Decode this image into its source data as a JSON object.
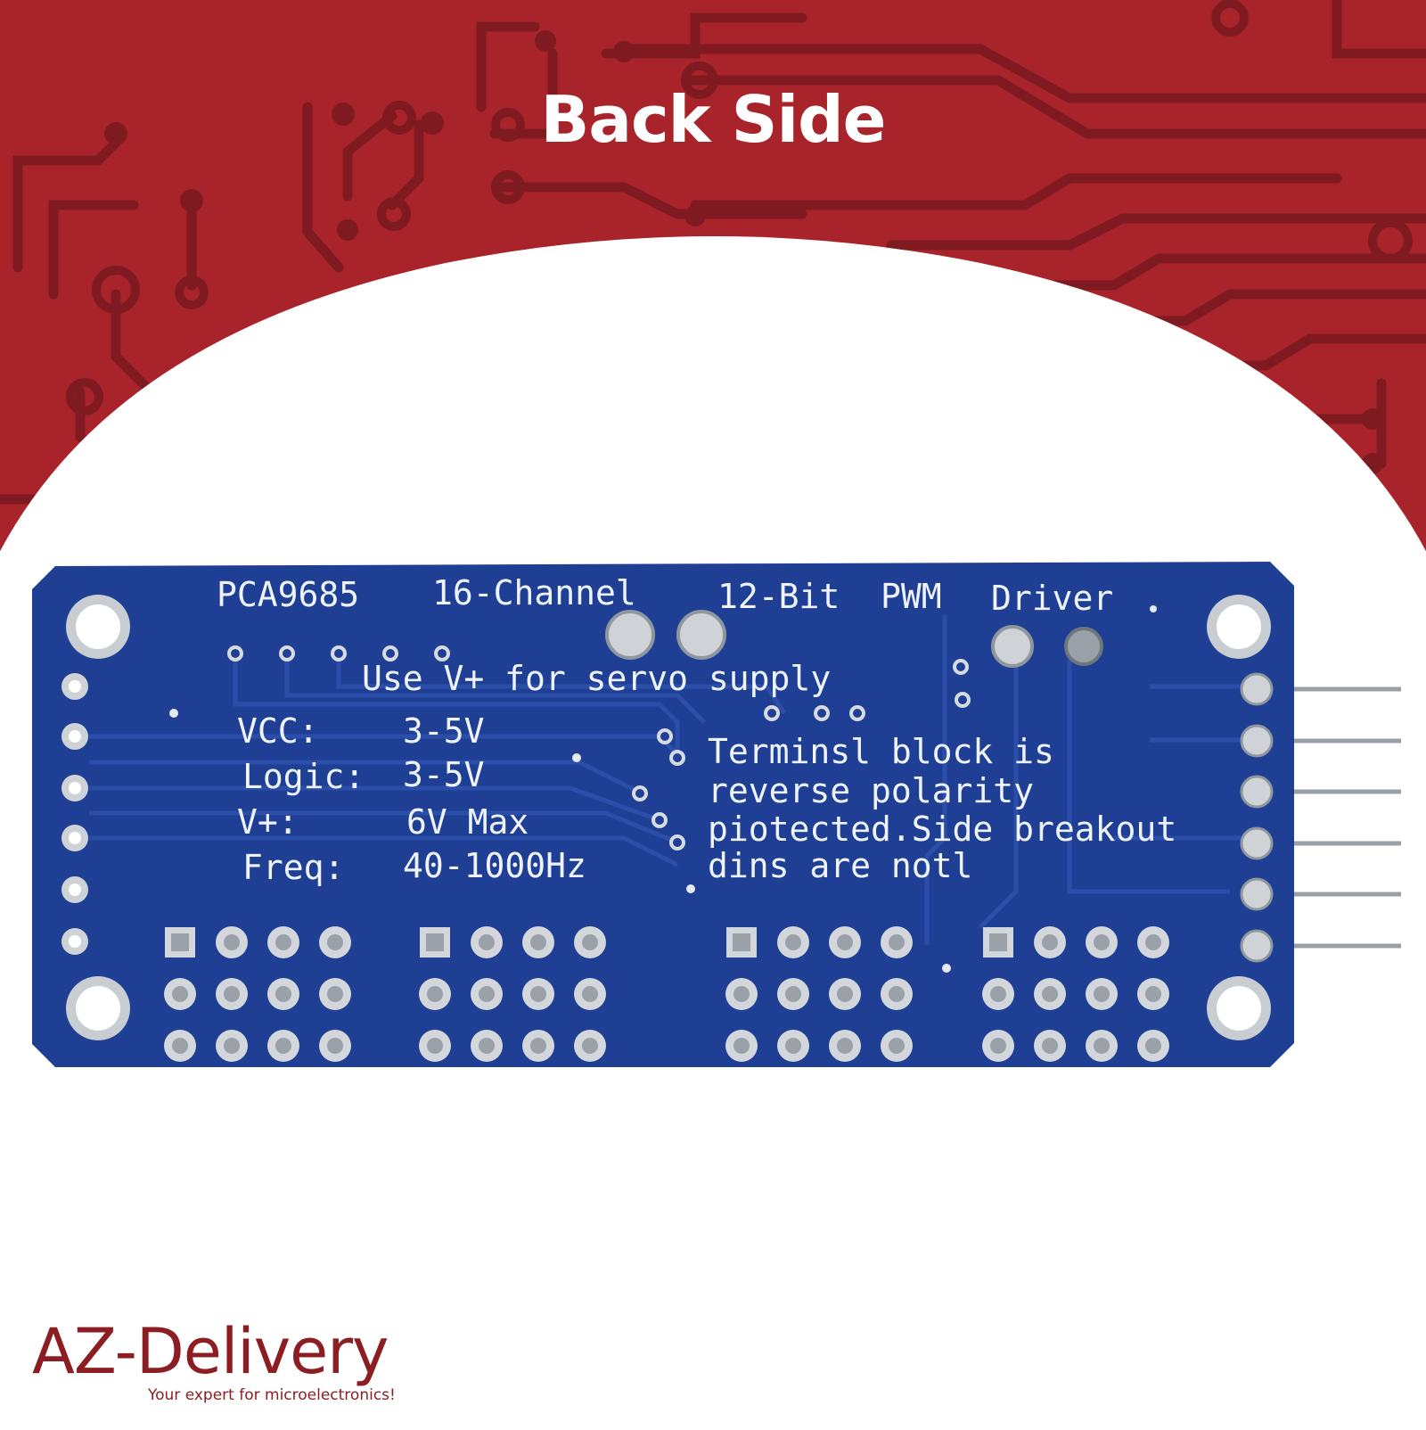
{
  "heading": "Back Side",
  "board": {
    "title_part1": "PCA9685",
    "title_part2": "16-Channel",
    "title_part3": "12-Bit",
    "title_part4": "PWM",
    "title_part5": "Driver",
    "servo_note": "Use V+ for servo supply",
    "specs": [
      {
        "label": "VCC:",
        "value": "3-5V"
      },
      {
        "label": "Logic:",
        "value": "3-5V"
      },
      {
        "label": "V+:",
        "value": "6V Max"
      },
      {
        "label": "Freq:",
        "value": "40-1000Hz"
      }
    ],
    "terminal_note": [
      "Terminsl block is",
      "reverse polarity",
      "piotected.Side breakout",
      "dins are notl"
    ]
  },
  "logo": {
    "brand": "AZ-Delivery",
    "tagline": "Your expert for microelectronics!"
  },
  "colors": {
    "banner_red": "#a8232a",
    "trace_dark_red": "#7f1a20",
    "pcb_blue": "#1f3f95",
    "pcb_trace": "#2b4ea9",
    "logo_red": "#8c1d23"
  }
}
